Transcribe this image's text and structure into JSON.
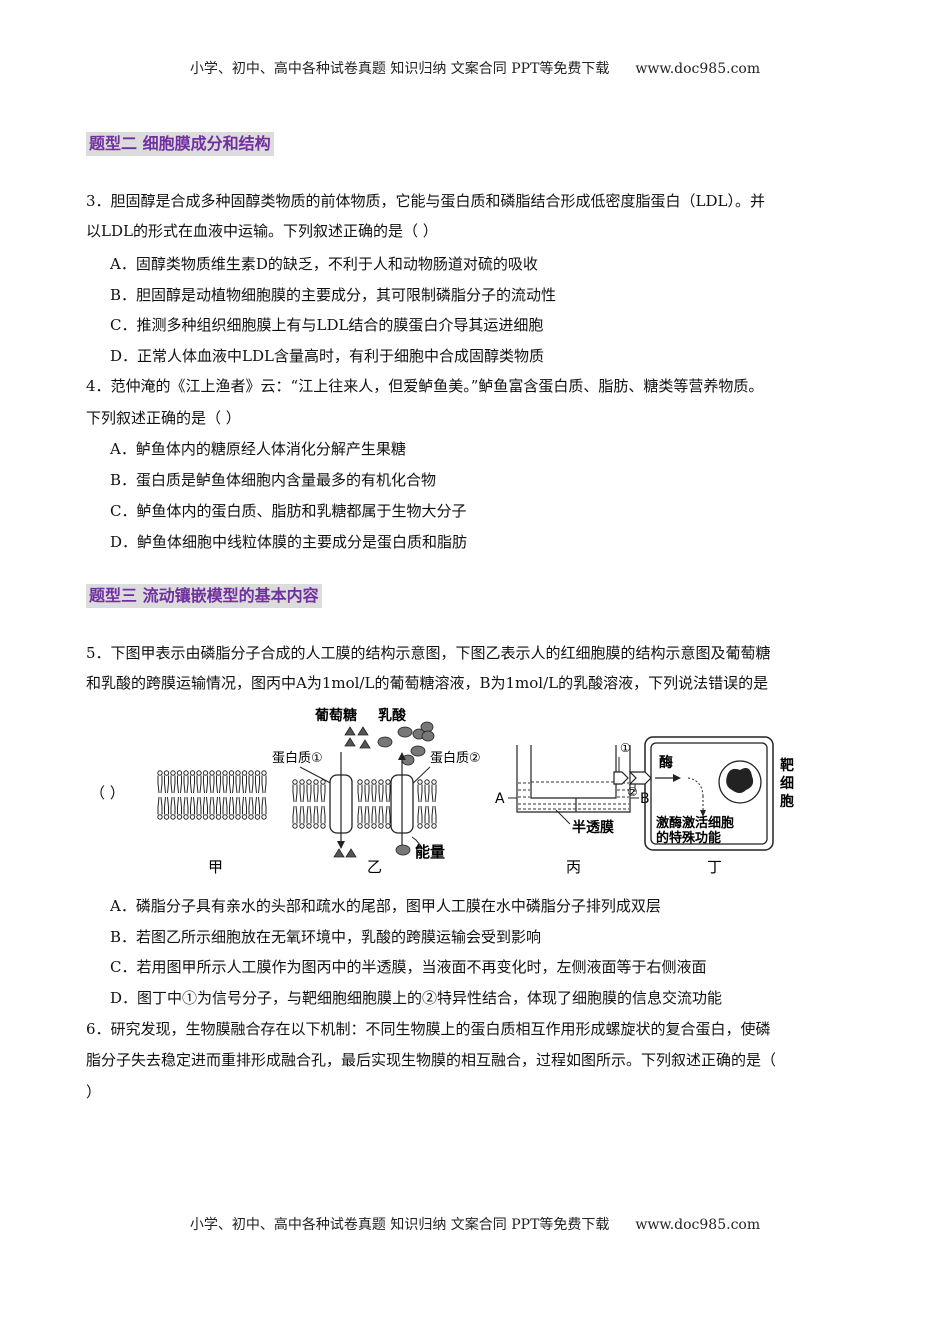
{
  "header": {
    "text": "小学、初中、高中各种试卷真题 知识归纳 文案合同 PPT等免费下载",
    "url": "www.doc985.com"
  },
  "footer": {
    "text": "小学、初中、高中各种试卷真题 知识归纳 文案合同 PPT等免费下载",
    "url": "www.doc985.com"
  },
  "sections": [
    {
      "title": "题型二 细胞膜成分和结构"
    },
    {
      "title": "题型三 流动镶嵌模型的基本内容"
    }
  ],
  "questions": [
    {
      "number": "3",
      "lines": [
        "3．胆固醇是合成多种固醇类物质的前体物质，它能与蛋白质和磷脂结合形成低密度脂蛋白（LDL）。并",
        "以LDL的形式在血液中运输。下列叙述正确的是（    ）"
      ],
      "options": [
        "A．固醇类物质维生素D的缺乏，不利于人和动物肠道对硫的吸收",
        "B．胆固醇是动植物细胞膜的主要成分，其可限制磷脂分子的流动性",
        "C．推测多种组织细胞膜上有与LDL结合的膜蛋白介导其运进细胞",
        "D．正常人体血液中LDL含量高时，有利于细胞中合成固醇类物质"
      ]
    },
    {
      "number": "4",
      "lines": [
        "4．范仲淹的《江上渔者》云：“江上往来人，但爱鲈鱼美。”鲈鱼富含蛋白质、脂肪、糖类等营养物质。",
        "下列叙述正确的是（    ）"
      ],
      "options": [
        "A．鲈鱼体内的糖原经人体消化分解产生果糖",
        "B．蛋白质是鲈鱼体细胞内含量最多的有机化合物",
        "C．鲈鱼体内的蛋白质、脂肪和乳糖都属于生物大分子",
        "D．鲈鱼体细胞中线粒体膜的主要成分是蛋白质和脂肪"
      ]
    },
    {
      "number": "5",
      "lines": [
        "5．下图甲表示由磷脂分子合成的人工膜的结构示意图，下图乙表示人的红细胞膜的结构示意图及葡萄糖",
        "和乳酸的跨膜运输情况，图丙中A为1mol/L的葡萄糖溶液，B为1mol/L的乳酸溶液，下列说法错误的是"
      ],
      "answer_blank": "（      ）",
      "options": [
        "A．磷脂分子具有亲水的头部和疏水的尾部，图甲人工膜在水中磷脂分子排列成双层",
        "B．若图乙所示细胞放在无氧环境中，乳酸的跨膜运输会受到影响",
        "C．若用图甲所示人工膜作为图丙中的半透膜，当液面不再变化时，左侧液面等于右侧液面",
        "D．图丁中①为信号分子，与靶细胞细胞膜上的②特异性结合，体现了细胞膜的信息交流功能"
      ]
    },
    {
      "number": "6",
      "lines": [
        "6．研究发现，生物膜融合存在以下机制：不同生物膜上的蛋白质相互作用形成螺旋状的复合蛋白，使磷",
        "脂分子失去稳定进而重排形成融合孔，最后实现生物膜的相互融合，过程如图所示。下列叙述正确的是（",
        "   ）"
      ]
    }
  ],
  "figure": {
    "panels": [
      "甲",
      "乙",
      "丙",
      "丁"
    ],
    "yi": {
      "glucose": "葡萄糖",
      "lactic_acid": "乳酸",
      "protein1": "蛋白质①",
      "protein2": "蛋白质②",
      "energy": "能量"
    },
    "bing": {
      "A": "A",
      "B": "B",
      "membrane": "半透膜"
    },
    "ding": {
      "c1": "①",
      "c2": "②",
      "enzyme": "酶",
      "line1": "激酶激活细胞",
      "line2": "的特殊功能",
      "target": [
        "靶",
        "细",
        "胞"
      ]
    }
  }
}
